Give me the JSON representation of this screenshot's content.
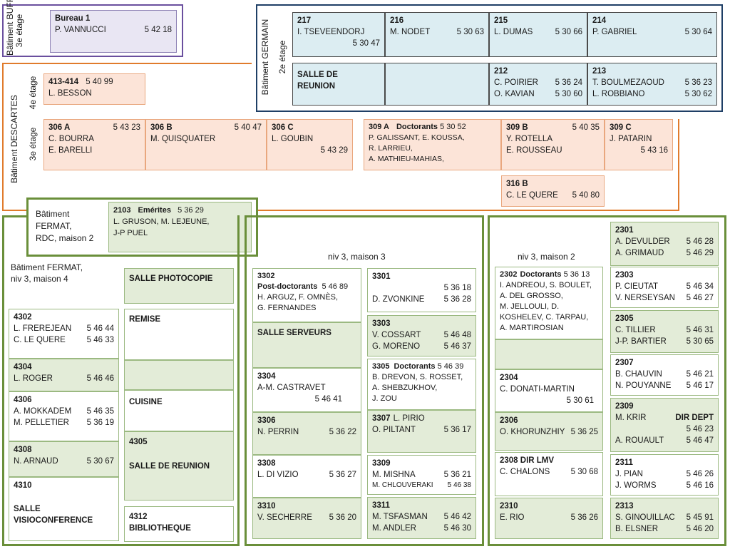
{
  "colors": {
    "buffon_border": "#6a4f9e",
    "germain_border": "#1f3f66",
    "descartes_border": "#e07b2c",
    "fermat_border": "#6a8f3a"
  },
  "buildings": {
    "buffon": "Bâtiment BUFFON",
    "buffon_floor": "3e étage",
    "germain": "Bâtiment GERMAIN",
    "germain_floor": "2e étage",
    "descartes": "Bâtiment DESCARTES",
    "descartes_floor4": "4e étage",
    "descartes_floor3": "3e étage",
    "fermat_rdc": [
      "Bâtiment",
      "FERMAT,",
      "RDC, maison 2"
    ],
    "fermat_m4": [
      "Bâtiment FERMAT,",
      "niv 3, maison 4"
    ],
    "fermat_m3": "niv 3, maison 3",
    "fermat_m2": "niv 3, maison 2"
  },
  "buffon": {
    "room": "Bureau 1",
    "name": "P. VANNUCCI",
    "tel": "5 42 18"
  },
  "germain": {
    "r217": {
      "num": "217",
      "name": "I. TSEVEENDORJ",
      "tel": "5 30 47"
    },
    "r216": {
      "num": "216",
      "name": "M. NODET",
      "tel": "5 30 63"
    },
    "r215": {
      "num": "215",
      "name": "L. DUMAS",
      "tel": "5 30 66"
    },
    "r214": {
      "num": "214",
      "name": "P. GABRIEL",
      "tel": "5 30 64"
    },
    "salle": [
      "SALLE DE",
      "REUNION"
    ],
    "r212": {
      "num": "212",
      "p1": "C. POIRIER",
      "t1": "5 36 24",
      "p2": "O. KAVIAN",
      "t2": "5 30 60"
    },
    "r213": {
      "num": "213",
      "p1": "T. BOULMEZAOUD",
      "t1": "5 36 23",
      "p2": "L. ROBBIANO",
      "t2": "5 30 62"
    }
  },
  "descartes": {
    "r413": {
      "num": "413-414",
      "tel": "5 40 99",
      "name": "L. BESSON"
    },
    "r306a": {
      "num": "306 A",
      "tel": "5 43 23",
      "p1": "C. BOURRA",
      "p2": "E. BARELLI"
    },
    "r306b": {
      "num": "306 B",
      "tel": "5 40 47",
      "p1": "M. QUISQUATER"
    },
    "r306c": {
      "num": "306 C",
      "p1": "L. GOUBIN",
      "tel": "5 43 29"
    },
    "r309a": {
      "num": "309 A",
      "tag": "Doctorants",
      "tel": "5 30 52",
      "lines": [
        "P. GALISSANT, E. KOUSSA,",
        "R. LARRIEU,",
        "A. MATHIEU-MAHIAS,"
      ]
    },
    "r309b": {
      "num": "309 B",
      "tel": "5 40 35",
      "p1": "Y. ROTELLA",
      "p2": "E. ROUSSEAU"
    },
    "r309c": {
      "num": "309 C",
      "p1": "J. PATARIN",
      "tel": "5 43 16"
    },
    "r316b": {
      "num": "316 B",
      "name": "C. LE QUERE",
      "tel": "5 40 80"
    }
  },
  "fermat_rdc": {
    "num": "2103",
    "tag": "Emérites",
    "tel": "5 36 29",
    "lines": [
      "L. GRUSON, M. LEJEUNE,",
      "J-P PUEL"
    ]
  },
  "m4": {
    "photocopie": "SALLE PHOTOCOPIE",
    "remise": "REMISE",
    "cuisine": "CUISINE",
    "r4305": "4305",
    "r4305_name": "SALLE DE REUNION",
    "r4312": "4312",
    "r4312_name": "BIBLIOTHEQUE",
    "r4302": {
      "num": "4302",
      "p1": "L. FREREJEAN",
      "t1": "5 46 44",
      "p2": "C. LE QUERE",
      "t2": "5 46 33"
    },
    "r4304": {
      "num": "4304",
      "p1": "L. ROGER",
      "t1": "5 46 46"
    },
    "r4306": {
      "num": "4306",
      "p1": "A. MOKKADEM",
      "t1": "5 46 35",
      "p2": "M. PELLETIER",
      "t2": "5 36 19"
    },
    "r4308": {
      "num": "4308",
      "p1": "N. ARNAUD",
      "t1": "5 30 67"
    },
    "r4310": {
      "num": "4310",
      "l1": "SALLE",
      "l2": "VISIOCONFERENCE"
    }
  },
  "m3": {
    "r3302": {
      "num": "3302",
      "tag": "Post-doctorants",
      "tel": "5 46 89",
      "l1": "H. ARGUZ, F. OMNÈS,",
      "l2": "G. FERNANDES"
    },
    "serveurs": "SALLE SERVEURS",
    "r3304": {
      "num": "3304",
      "p1": "A-M. CASTRAVET",
      "tel": "5 46 41"
    },
    "r3306": {
      "num": "3306",
      "p1": "N. PERRIN",
      "t1": "5 36 22"
    },
    "r3308": {
      "num": "3308",
      "p1": "L. DI VIZIO",
      "t1": "5 36 27"
    },
    "r3310": {
      "num": "3310",
      "p1": "V. SECHERRE",
      "t1": "5 36 20"
    },
    "r3301": {
      "num": "3301",
      "tel": "5 36 18",
      "p1": "D. ZVONKINE",
      "t1": "5 36 28"
    },
    "r3303": {
      "num": "3303",
      "p1": "V. COSSART",
      "t1": "5 46 48",
      "p2": "G. MORENO",
      "t2": "5 46 37"
    },
    "r3305": {
      "num": "3305",
      "tag": "Doctorants",
      "tel": "5 46 39",
      "l1": "B. DREVON, S. ROSSET,",
      "l2": "A. SHEBZUKHOV,",
      "l3": "J. ZOU"
    },
    "r3307": {
      "num": "3307",
      "p0": "L. PIRIO",
      "p1": "O. PILTANT",
      "t1": "5 36 17"
    },
    "r3309": {
      "num": "3309",
      "p1": "M. MISHNA",
      "t1": "5 36 21",
      "p2": "M. CHLOUVERAKI",
      "t2": "5 46 38"
    },
    "r3311": {
      "num": "3311",
      "p1": "M. TSFASMAN",
      "t1": "5 46 42",
      "p2": "M. ANDLER",
      "t2": "5 46 30"
    }
  },
  "m2": {
    "r2302": {
      "num": "2302",
      "tag": "Doctorants",
      "tel": "5 36 13",
      "lines": [
        "I. ANDREOU, S. BOULET,",
        "A. DEL GROSSO,",
        "M. JELLOULI, D.",
        "KOSHELEV, C. TARPAU,",
        "A. MARTIROSIAN"
      ]
    },
    "r2304": {
      "num": "2304",
      "p1": "C. DONATI-MARTIN",
      "tel": "5 30 61"
    },
    "r2306": {
      "num": "2306",
      "p1": "O. KHORUNZHIY",
      "t1": "5 36 25"
    },
    "r2308": {
      "num": "2308 DIR LMV",
      "p1": "C. CHALONS",
      "t1": "5 30 68"
    },
    "r2310": {
      "num": "2310",
      "p1": "E. RIO",
      "t1": "5 36 26"
    },
    "r2301": {
      "num": "2301",
      "p1": "A. DEVULDER",
      "t1": "5 46 28",
      "p2": "A. GRIMAUD",
      "t2": "5 46 29"
    },
    "r2303": {
      "num": "2303",
      "p1": "P. CIEUTAT",
      "t1": "5 46 34",
      "p2": "V. NERSEYSAN",
      "t2": "5 46 27"
    },
    "r2305": {
      "num": "2305",
      "p1": "C. TILLIER",
      "t1": "5 46 31",
      "p2": "J-P. BARTIER",
      "t2": "5 30 65"
    },
    "r2307": {
      "num": "2307",
      "p1": "B. CHAUVIN",
      "t1": "5 46 21",
      "p2": "N. POUYANNE",
      "t2": "5 46 17"
    },
    "r2309": {
      "num": "2309",
      "p1": "M. KRIR",
      "tag": "DIR DEPT",
      "tel": "5 46 23",
      "p2": "A. ROUAULT",
      "t2": "5 46 47"
    },
    "r2311": {
      "num": "2311",
      "p1": "J. PIAN",
      "t1": "5 46 26",
      "p2": "J. WORMS",
      "t2": "5 46 16"
    },
    "r2313": {
      "num": "2313",
      "p1": "S. GINOUILLAC",
      "t1": "5 45 91",
      "p2": "B. ELSNER",
      "t2": "5 46 20"
    }
  }
}
